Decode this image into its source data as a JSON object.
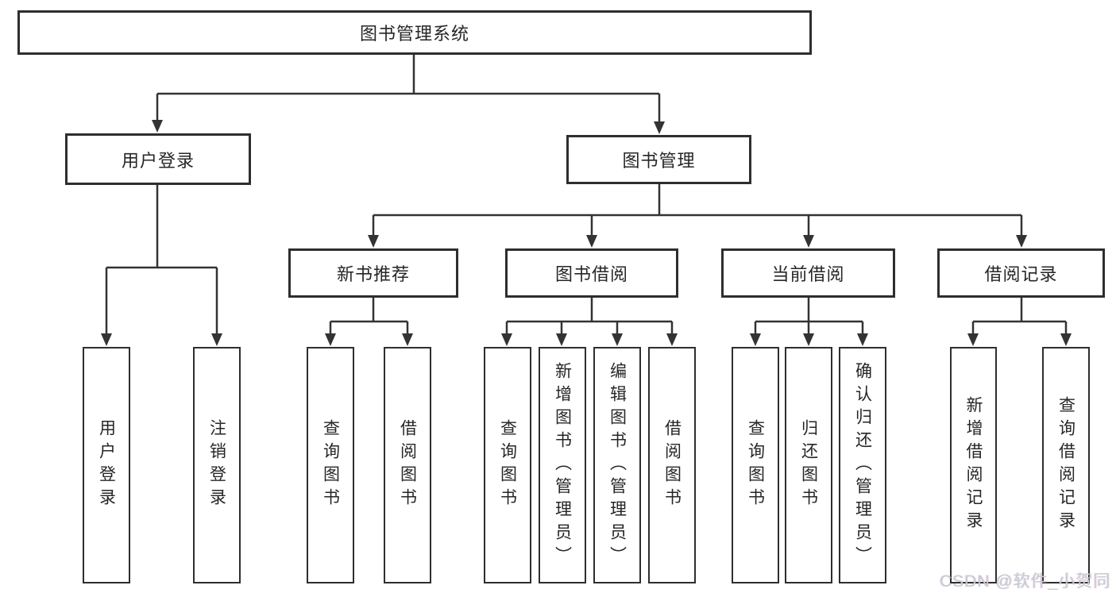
{
  "diagram": {
    "root": {
      "label": "图书管理系统"
    },
    "level2": {
      "user_login": {
        "label": "用户登录"
      },
      "book_management": {
        "label": "图书管理"
      }
    },
    "level3": {
      "new_book": {
        "label": "新书推荐"
      },
      "book_borrow": {
        "label": "图书借阅"
      },
      "current_borrow": {
        "label": "当前借阅"
      },
      "borrow_record": {
        "label": "借阅记录"
      }
    },
    "leaves": {
      "user_login": [
        "用户登录",
        "注销登录"
      ],
      "new_book": [
        "查询图书",
        "借阅图书"
      ],
      "book_borrow": [
        "查询图书",
        "新增图书（管理员）",
        "编辑图书（管理员）",
        "借阅图书"
      ],
      "current_borrow": [
        "查询图书",
        "归还图书",
        "确认归还（管理员）"
      ],
      "borrow_record": [
        "新增借阅记录",
        "查询借阅记录"
      ]
    }
  },
  "watermark": {
    "text": "CSDN @软件_小贺同学"
  },
  "colors": {
    "line": "#333333",
    "border": "#2e2e2e",
    "text": "#262626",
    "background": "#ffffff",
    "watermark": "#c8cbd1"
  }
}
